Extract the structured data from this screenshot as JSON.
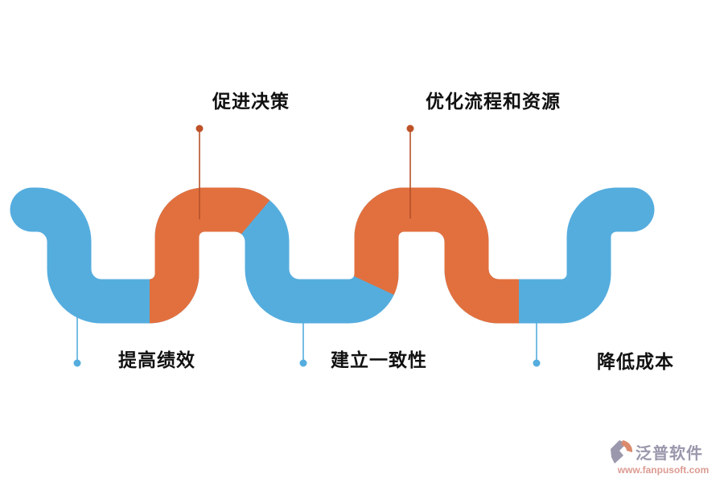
{
  "diagram": {
    "wave_steps": [
      {
        "label": "提高绩效",
        "position": "bottom",
        "segment_color": "blue"
      },
      {
        "label": "促进决策",
        "position": "top",
        "segment_color": "orange"
      },
      {
        "label": "建立一致性",
        "position": "bottom",
        "segment_color": "blue"
      },
      {
        "label": "优化流程和资源",
        "position": "top",
        "segment_color": "orange"
      },
      {
        "label": "降低成本",
        "position": "bottom",
        "segment_color": "blue"
      }
    ],
    "colors": {
      "wave_blue": "#55ADDE",
      "wave_orange": "#E2703E",
      "top_callout_line": "#B5512A",
      "top_callout_dot": "#BE5127",
      "bottom_callout_line": "#55ADDE",
      "bottom_callout_dot": "#55ADDE",
      "label_text": "#111111"
    }
  },
  "watermark": {
    "brand": "泛普软件",
    "url": "www.fanpusoft.com",
    "brand_color": "#9B97AC",
    "url_color": "#DC9B92",
    "icon": {
      "name": "fanpu-logo-icon",
      "gray": "#9B97AC",
      "orange": "#DB8A6E"
    }
  }
}
